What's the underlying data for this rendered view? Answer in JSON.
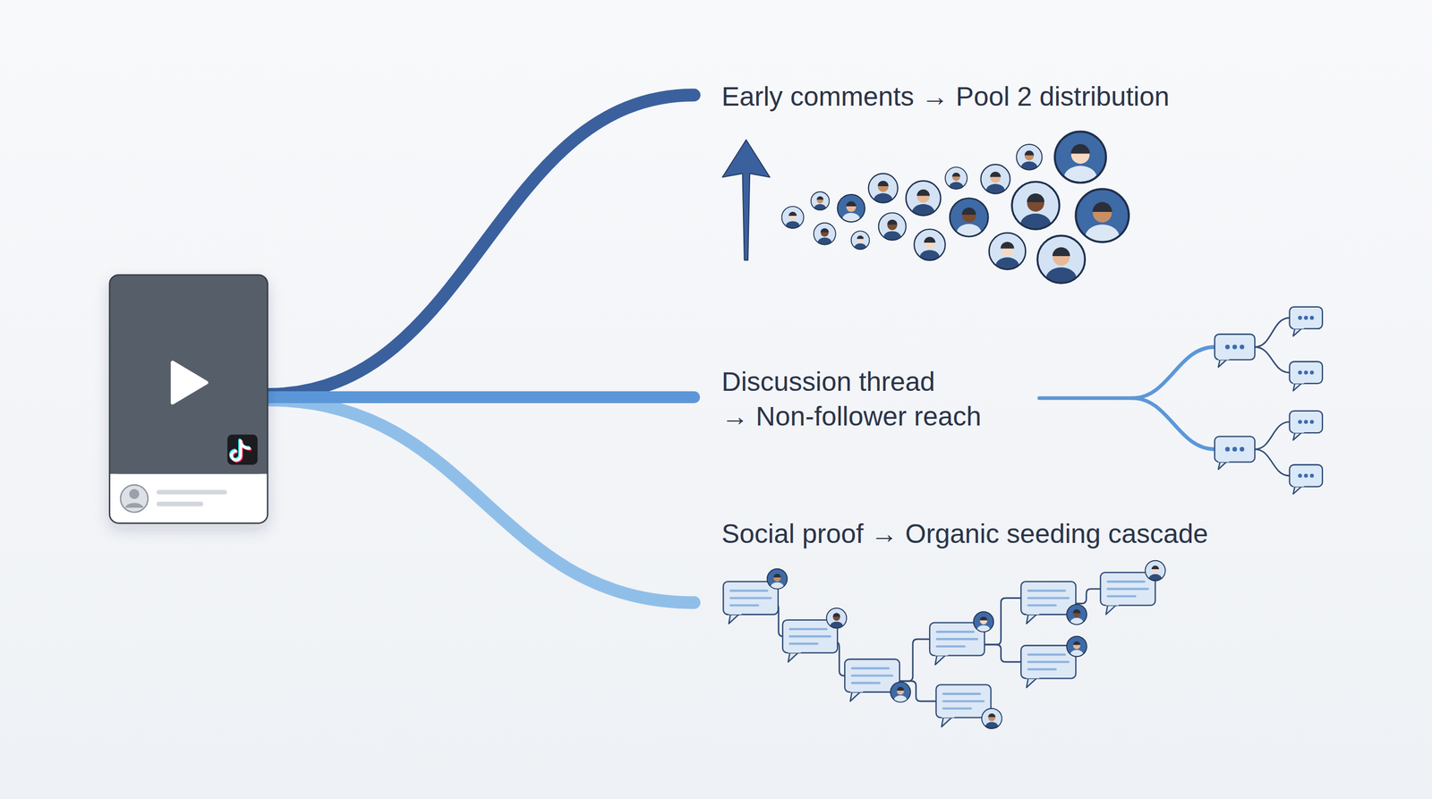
{
  "diagram": {
    "labels": [
      "Early comments → Pool 2 distribution",
      "Discussion thread → Non-follower reach",
      "Social proof → Organic seeding cascade"
    ]
  }
}
